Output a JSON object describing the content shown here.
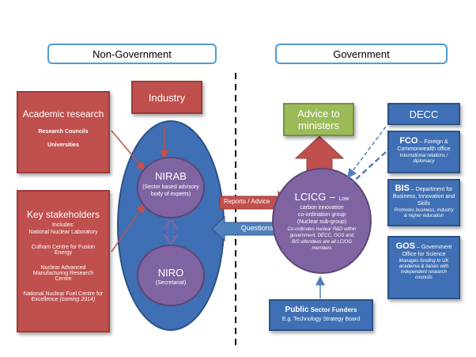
{
  "headers": {
    "non_government": "Non-Government",
    "government": "Government"
  },
  "industry": "Industry",
  "academic": {
    "title": "Academic research",
    "items": [
      "Research Councils",
      "Universities"
    ]
  },
  "stakeholders": {
    "title": "Key stakeholders",
    "includes": "Includes:",
    "items": [
      "National Nuclear Laboratory",
      "Culham Centre  for Fusion Energy",
      "Nuclear Advanced Manufacturing Research Centre"
    ],
    "last_item": "National Nuclear Fuel Centre for Excellence",
    "last_item_note": "(coming 2014)"
  },
  "nirab": {
    "title": "NIRAB",
    "subtitle": "(Sector based advisory body of experts)"
  },
  "niro": {
    "title": "NIRO",
    "subtitle": "(Secretariat)"
  },
  "arrows": {
    "reports_advice": "Reports / Advice",
    "questions": "Questions"
  },
  "advice": "Advice to ministers",
  "lcicg": {
    "title": "LCICG",
    "dash": "–",
    "title_suffix": "Low",
    "line2": "carbon innovation",
    "line3": "co-ordination group",
    "line4": "(Nuclear sub-group)",
    "note": "Co-ordinates nuclear R&D within government. DECC, GOS and BIS attendees are all LCIOG members"
  },
  "decc": "DECC",
  "fco": {
    "abbr": "FCO",
    "name": "– Foreign & Commonwealth office",
    "note": "International relations / diplomacy"
  },
  "bis": {
    "abbr": "BIS",
    "name": "– Department for Business, Innovation and Skills",
    "note": "Promotes business, industry & higher education"
  },
  "gos": {
    "abbr": "GOS",
    "name": "– Government Office for Science",
    "note": "Manages funding to UK academia & liaises with independent research councils"
  },
  "funders": {
    "title_bold": "Public",
    "title_rest": "Sector Funders",
    "subtitle": "E.g. Technology Strategy Board"
  },
  "colors": {
    "red_box": "#c0504d",
    "blue_box": "#3f6fb4",
    "purple_oval": "#8064a2",
    "green_box": "#9bbb59",
    "header_border": "#4f9bd6",
    "connector": "#c0504d"
  }
}
